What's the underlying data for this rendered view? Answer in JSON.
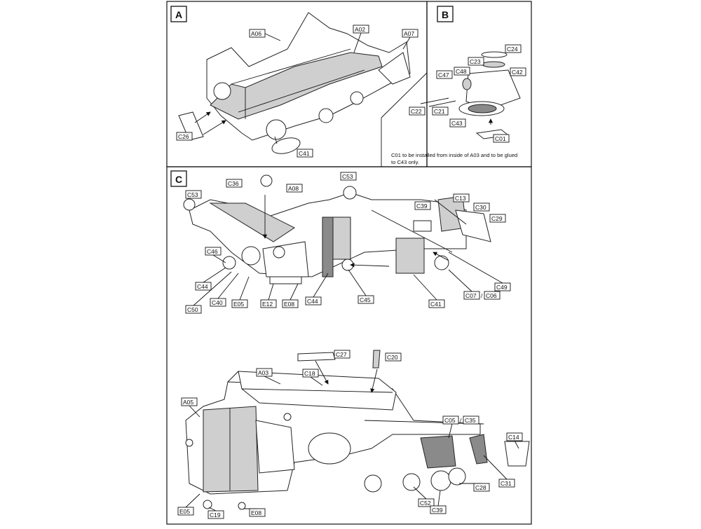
{
  "sections": {
    "a": {
      "tag": "A"
    },
    "b": {
      "tag": "B",
      "note_line1": "C01 to be installed from inside of A03 and to be glued",
      "note_line2": "to C43 only."
    },
    "c": {
      "tag": "C"
    }
  },
  "labels_a": [
    "A06",
    "A02",
    "A07",
    "C26",
    "C41"
  ],
  "labels_b": [
    "C24",
    "C23",
    "C48",
    "C47",
    "C42",
    "C22",
    "C21",
    "C43",
    "C01"
  ],
  "labels_c1": [
    "C36",
    "A08",
    "C53",
    "C53",
    "C13",
    "C39",
    "C30",
    "C29",
    "C46",
    "C44",
    "C40",
    "C50",
    "E05",
    "E12",
    "E08",
    "C44",
    "C45",
    "C41",
    "C07",
    "C06",
    "C49"
  ],
  "labels_c2": [
    "C27",
    "C20",
    "C18",
    "A03",
    "A05",
    "C05",
    "C35",
    "C14",
    "C28",
    "C31",
    "E05",
    "C19",
    "E08",
    "C52",
    "C39"
  ],
  "separators": {
    "slash": "/"
  }
}
